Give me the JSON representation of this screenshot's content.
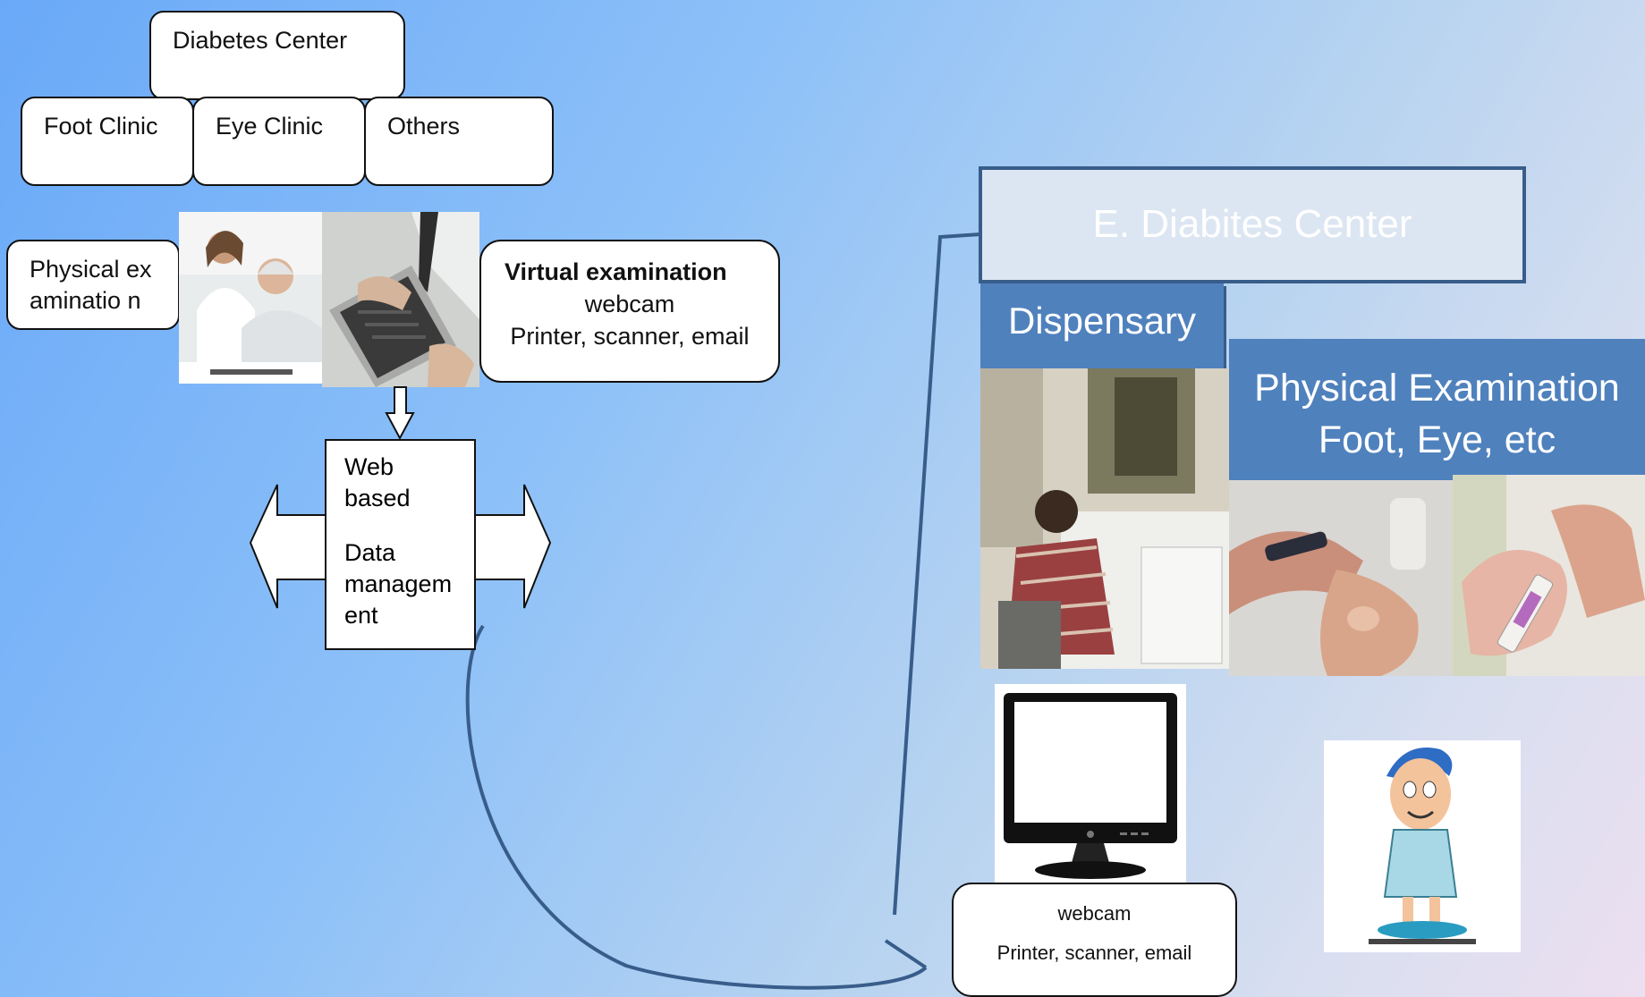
{
  "left_diagram": {
    "center_label": "Diabetes Center",
    "clinics": [
      "Foot Clinic",
      "Eye Clinic",
      "Others"
    ],
    "physical_exam_label": "Physical examinatio n",
    "virtual": {
      "title": "Virtual examination",
      "line1": "webcam",
      "line2": "Printer, scanner, email"
    },
    "web_box": {
      "line1": "Web",
      "line2": "based",
      "line3": "Data",
      "line4": "managem",
      "line5": "ent"
    }
  },
  "right_diagram": {
    "center_title": "E. Diabites Center",
    "dispensary_label": "Dispensary",
    "phys_exam_line1": "Physical Examination",
    "phys_exam_line2": "Foot, Eye, etc",
    "devices_line1": "webcam",
    "devices_line2": "Printer, scanner, email"
  },
  "colors": {
    "accent_blue": "#4f81bd",
    "dark_blue": "#385d8a",
    "panel_light": "#dce6f2"
  }
}
